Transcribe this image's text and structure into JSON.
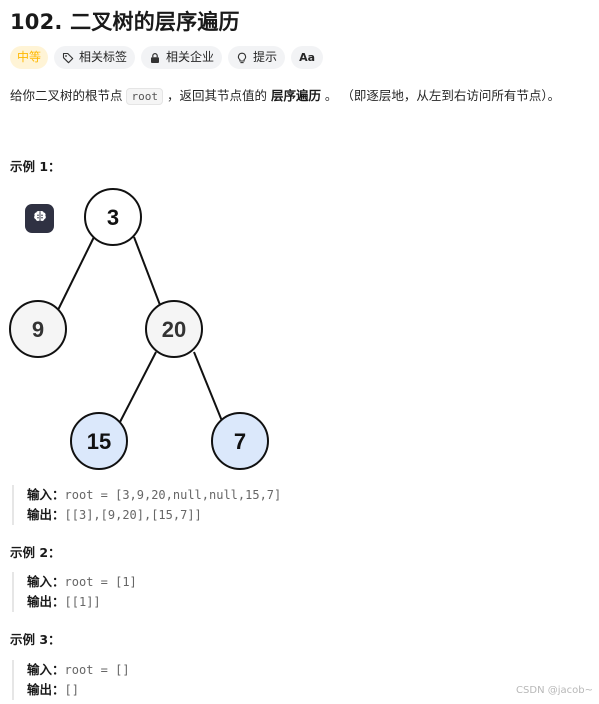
{
  "problem": {
    "title": "102. 二叉树的层序遍历",
    "difficulty": "中等",
    "tags": [
      {
        "icon": "tag-icon",
        "label": "相关标签"
      },
      {
        "icon": "lock-icon",
        "label": "相关企业"
      },
      {
        "icon": "lightbulb-icon",
        "label": "提示"
      },
      {
        "icon": "translate-icon",
        "label": "Aa"
      }
    ]
  },
  "description": {
    "part1": "给你二叉树的根节点 ",
    "code": "root",
    "part2": " ，返回其节点值的 ",
    "bold": "层序遍历",
    "part3": " 。 （即逐层地，从左到右访问所有节点）。"
  },
  "examples": [
    {
      "heading": "示例 1：",
      "input_label": "输入：",
      "input": "root = [3,9,20,null,null,15,7]",
      "output_label": "输出：",
      "output": "[[3],[9,20],[15,7]]"
    },
    {
      "heading": "示例 2：",
      "input_label": "输入：",
      "input": "root = [1]",
      "output_label": "输出：",
      "output": "[[1]]"
    },
    {
      "heading": "示例 3：",
      "input_label": "输入：",
      "input": "root = []",
      "output_label": "输出：",
      "output": "[]"
    }
  ],
  "tree": {
    "nodes": [
      {
        "label": "3",
        "fill": "#ffffff"
      },
      {
        "label": "9",
        "fill": "#f5f5f5"
      },
      {
        "label": "20",
        "fill": "#f5f5f5"
      },
      {
        "label": "15",
        "fill": "#dbe8fb"
      },
      {
        "label": "7",
        "fill": "#dbe8fb"
      }
    ]
  },
  "ai_badge": {
    "icon": "brain-icon"
  },
  "watermark": "CSDN @jacob~",
  "colors": {
    "difficulty": "#ffb800",
    "difficulty_bg": "#fff4d6",
    "tag_bg": "#f2f3f5",
    "highlight_node": "#dbe8fb"
  }
}
